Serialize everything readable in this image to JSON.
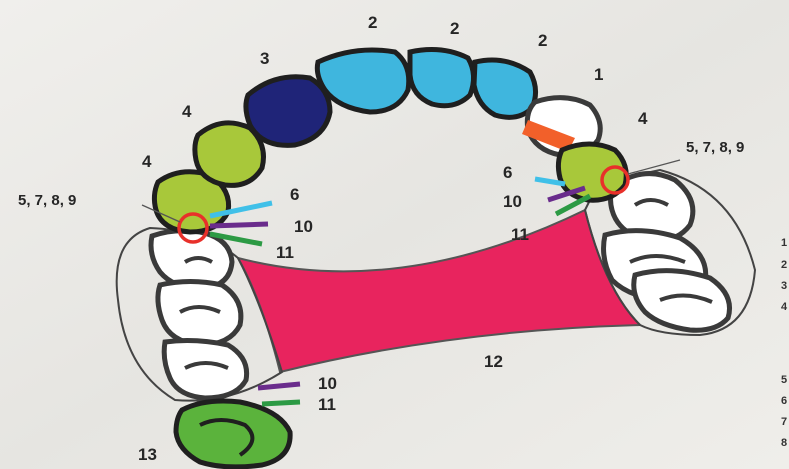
{
  "labels": {
    "top_2a": "2",
    "top_2b": "2",
    "top_2c": "2",
    "tooth_1": "1",
    "tooth_3": "3",
    "left_4_upper": "4",
    "left_4_lower": "4",
    "right_4": "4",
    "left_5789": "5, 7, 8, 9",
    "right_5789": "5, 7, 8, 9",
    "left_6": "6",
    "left_10": "10",
    "left_11": "11",
    "right_6": "6",
    "right_10": "10",
    "right_11": "11",
    "connector_12": "12",
    "bottom_10": "10",
    "bottom_11": "11",
    "tooth_13": "13"
  },
  "legend_cut": [
    "1",
    "2",
    "3",
    "4",
    "5",
    "6",
    "7",
    "8"
  ],
  "colors": {
    "incisor_blue": "#3fb6de",
    "canine_navy": "#1f2478",
    "premolar_lime": "#a8c83a",
    "molar_green": "#5bb33c",
    "connector_red": "#e8245e",
    "rest_orange": "#f2602a",
    "clasp_circle": "#e8302a",
    "line_cyan": "#40c0e8",
    "line_purple": "#6a2c8c",
    "line_green": "#2c9a44"
  }
}
